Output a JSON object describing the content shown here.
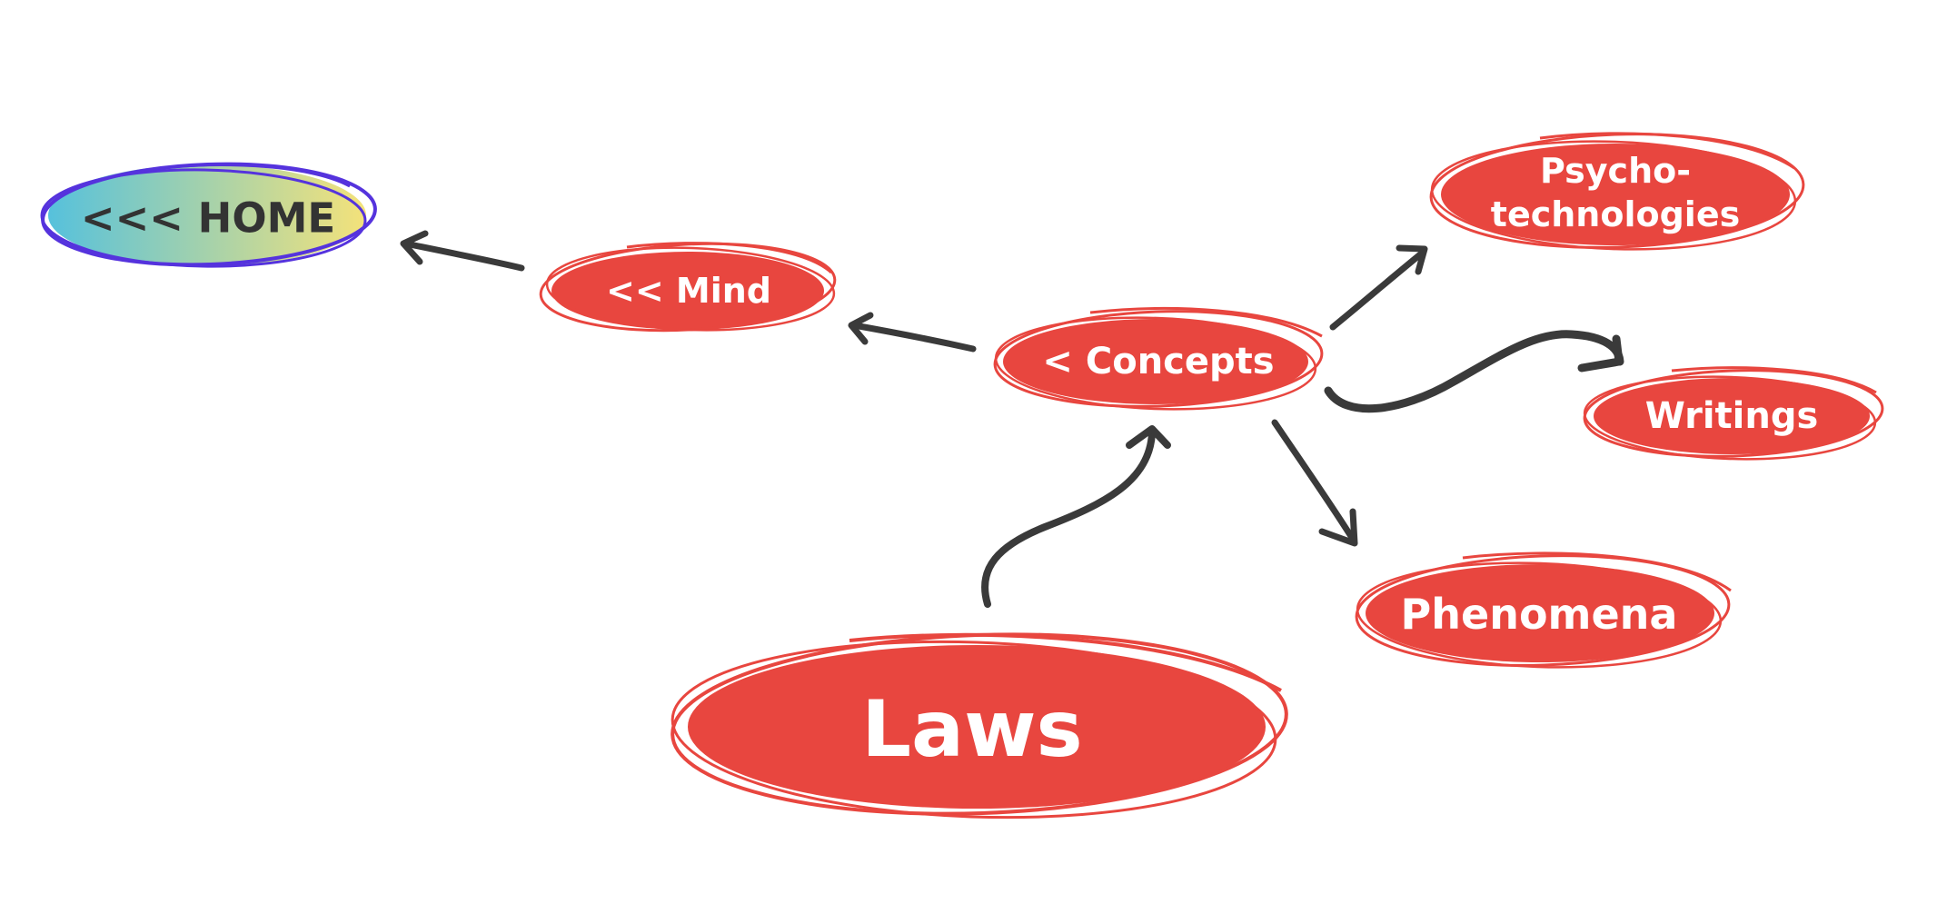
{
  "colors": {
    "node_fill": "#E8463F",
    "node_outline": "#E8463F",
    "home_outline": "#5533DD",
    "home_gradient_start": "#56C1DC",
    "home_gradient_end": "#F4E27A",
    "arrow": "#3A3A3A",
    "label_text": "#FFFFFF",
    "home_text": "#333333"
  },
  "nodes": {
    "home": {
      "label": "<<< HOME"
    },
    "mind": {
      "label": "<< Mind"
    },
    "concepts": {
      "label": "< Concepts"
    },
    "psychotechnologies": {
      "label_line1": "Psycho-",
      "label_line2": "technologies"
    },
    "writings": {
      "label": "Writings"
    },
    "phenomena": {
      "label": "Phenomena"
    },
    "laws": {
      "label": "Laws"
    }
  },
  "edges": [
    {
      "from": "mind",
      "to": "home"
    },
    {
      "from": "concepts",
      "to": "mind"
    },
    {
      "from": "concepts",
      "to": "psychotechnologies"
    },
    {
      "from": "concepts",
      "to": "writings"
    },
    {
      "from": "concepts",
      "to": "phenomena"
    },
    {
      "from": "laws",
      "to": "concepts"
    }
  ]
}
